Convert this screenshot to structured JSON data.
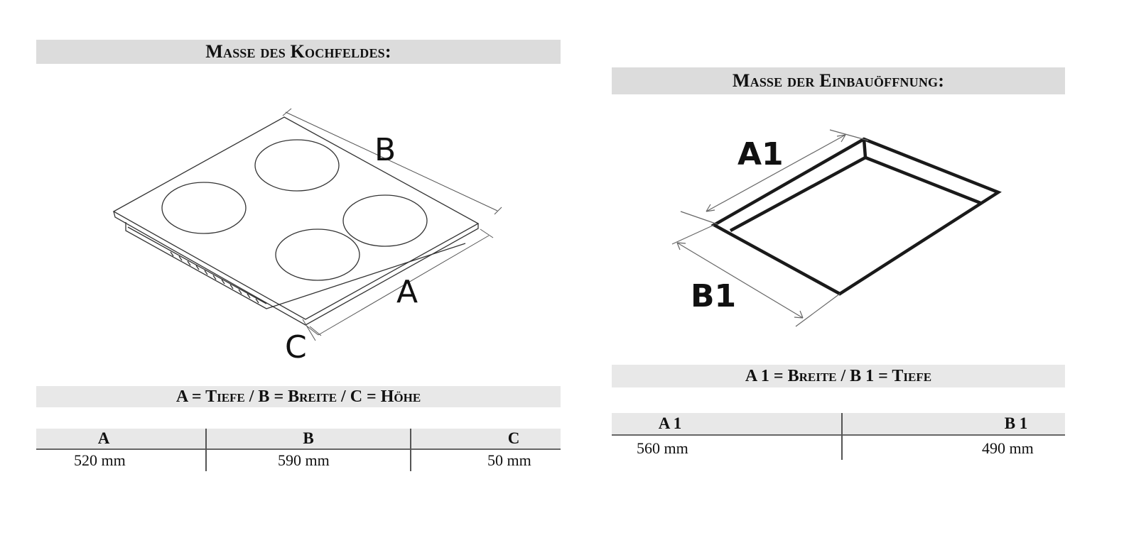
{
  "left": {
    "title": "Maße des Kochfeldes:",
    "diagram_labels": {
      "a": "A",
      "b": "B",
      "c": "C"
    },
    "legend": "A = Tiefe / B = Breite / C = Höhe",
    "table": {
      "headers": [
        "A",
        "B",
        "C"
      ],
      "values": [
        "520 mm",
        "590 mm",
        "50 mm"
      ]
    }
  },
  "right": {
    "title": "Maße der Einbauöffnung:",
    "diagram_labels": {
      "a1": "A1",
      "b1": "B1"
    },
    "legend": "A 1 = Breite / B 1 = Tiefe",
    "table": {
      "headers": [
        "A 1",
        "B 1"
      ],
      "values": [
        "560 mm",
        "490 mm"
      ]
    }
  }
}
